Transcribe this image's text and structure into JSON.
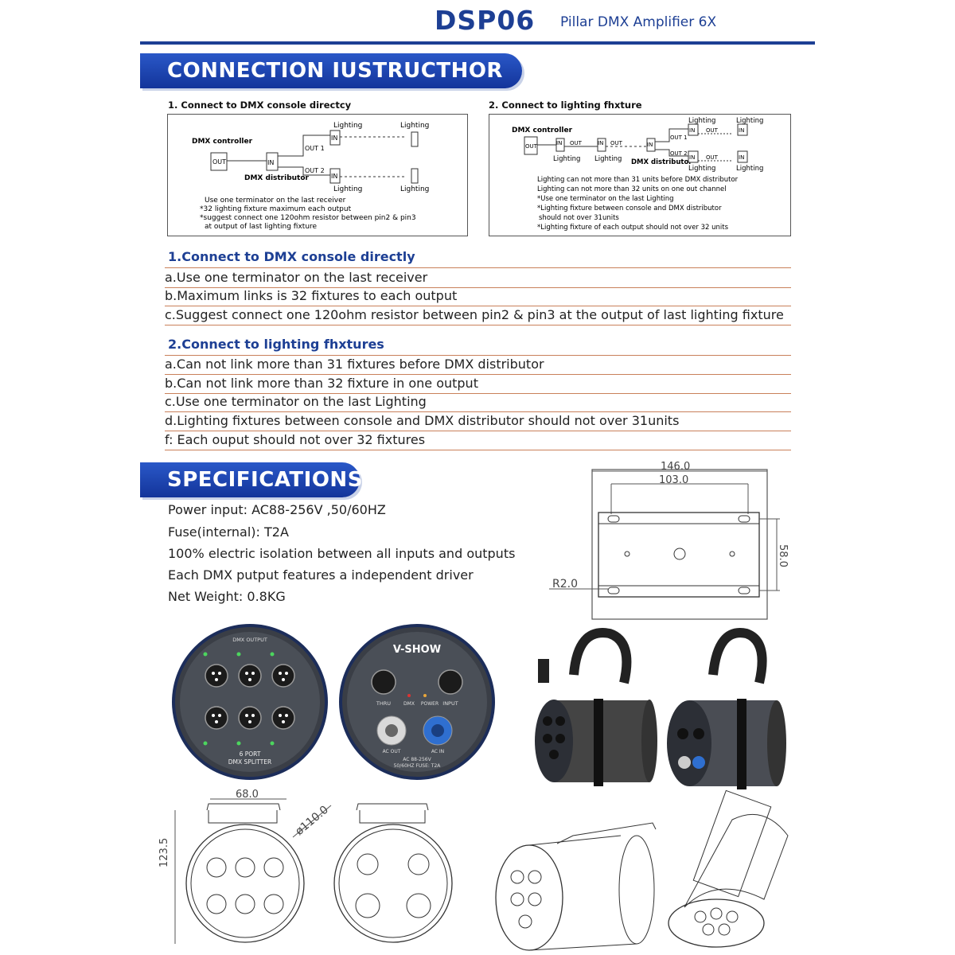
{
  "header": {
    "model": "DSP06",
    "subtitle": "Pillar DMX Amplifier 6X"
  },
  "connection_banner": "CONNECTION IUSTRUCTHOR",
  "diagram1": {
    "title": "1. Connect to DMX console directcy",
    "controller": "DMX controller",
    "out": "OUT",
    "in": "IN",
    "distributor": "DMX distributor",
    "out1": "OUT 1",
    "out2": "OUT 2",
    "lighting": "Lighting",
    "notes": [
      "Use one terminator on the last receiver",
      "*32 lighting fixture maximum each output",
      "*suggest connect one 120ohm resistor between pin2 & pin3",
      "at output of last lighting fixture"
    ]
  },
  "diagram2": {
    "title": "2. Connect to lighting fhxture",
    "controller": "DMX controller",
    "out": "OUT",
    "in": "IN",
    "distributor": "DMX distributor",
    "out1": "OUT 1",
    "out2": "OUT 2",
    "lighting": "Lighting",
    "notes": [
      "Lighting can not more than 31 units before DMX distributor",
      "Lighting can not more than 32 units on one out channel",
      "*Use one terminator on the last Lighting",
      "*Lighting fixture between console and DMX distributor",
      "should not over 31units",
      "*Lighting fixture of each output should not over 32 units"
    ]
  },
  "section1": {
    "heading": "1.Connect to DMX console directly",
    "lines": [
      "a.Use one terminator on the last receiver",
      "b.Maximum links is 32 fixtures to each output",
      "c.Suggest connect one 120ohm resistor between pin2 & pin3 at the output of last lighting fixture"
    ]
  },
  "section2": {
    "heading": "2.Connect to lighting fhxtures",
    "lines": [
      "a.Can not link more than 31 fixtures before DMX distributor",
      "b.Can not link more than 32 fixture in one output",
      "c.Use one terminator on the last Lighting",
      "d.Lighting fixtures between console and DMX distributor should not over 31units",
      "f: Each ouput should not over 32 fixtures"
    ]
  },
  "specifications_banner": "SPECIFICATIONS",
  "specs": [
    "Power input: AC88-256V ,50/60HZ",
    "Fuse(internal): T2A",
    "100% electric isolation between all inputs and outputs",
    "Each DMX putput features a independent driver",
    "Net Weight: 0.8KG"
  ],
  "bracket_drawing": {
    "width": "146.0",
    "hole_spacing": "103.0",
    "height": "58.0",
    "radius": "R2.0"
  },
  "front_panel": {
    "top_label": "DMX OUTPUT",
    "bottom_label_1": "6 PORT",
    "bottom_label_2": "DMX SPLITTER"
  },
  "rear_panel": {
    "brand": "V-SHOW",
    "thru": "THRU",
    "dmx": "DMX",
    "power": "POWER",
    "input": "INPUT",
    "ac_out": "AC OUT",
    "ac_in": "AC IN",
    "rating_1": "AC 88-256V",
    "rating_2": "50/60HZ FUSE: T2A"
  },
  "dimension_drawing": {
    "bracket_width": "68.0",
    "diameter": "ø110.0",
    "height": "123.5"
  },
  "colors": {
    "brand_blue": "#1d3f94",
    "banner_blue": "#2a58c8",
    "rule_orange": "#c9805a"
  }
}
